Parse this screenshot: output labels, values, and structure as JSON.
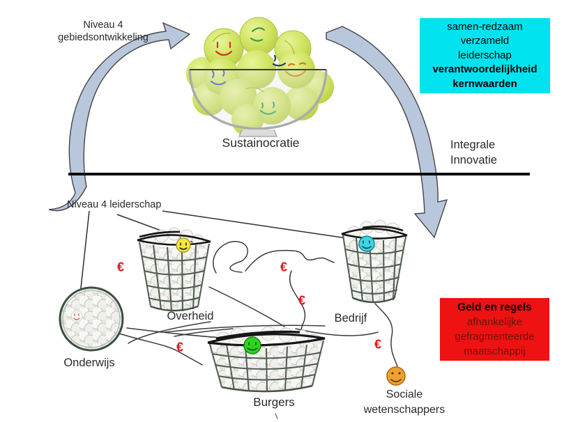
{
  "labels": {
    "area_dev_line1": "Niveau 4",
    "area_dev_line2": "gebiedsontwikkeling",
    "sustainocratie": "Sustainocratie",
    "innovation_line1": "Integrale",
    "innovation_line2": "Innovatie",
    "leadership": "Niveau 4 leiderschap",
    "overheid": "Overheid",
    "bedrijf": "Bedrijf",
    "burgers": "Burgers",
    "onderwijs": "Onderwijs",
    "sociale_line1": "Sociale",
    "sociale_line2": "wetenschappers"
  },
  "values_box": {
    "bg_color": "#00e3ef",
    "line1": "samen-redzaam",
    "line2": "verzameld",
    "line3": "leiderschap",
    "line4": "verantwoordelijkheid",
    "line5": "kernwaarden"
  },
  "problem_box": {
    "bg_color": "#ee1212",
    "line1": "Geld en regels",
    "line2": "afhankelijke",
    "line3": "gefragmenteerde",
    "line4": "maatschappij"
  },
  "currency": {
    "symbol": "€",
    "color": "#e8111a"
  },
  "colors": {
    "arrow_fill": "#b8c7dc",
    "tennis_ball": "#cfe25f",
    "smiley_overheid": "#f2e73c",
    "smiley_bedrijf": "#38d7e2",
    "smiley_burgers": "#2ed31f",
    "smiley_sociale": "#f0a030",
    "smiley_onderwijs": "#d96055"
  }
}
